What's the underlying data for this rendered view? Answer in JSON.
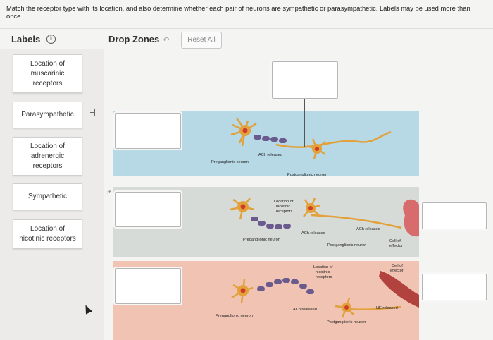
{
  "instructions": "Match the receptor type with its location, and also determine whether each pair of neurons are sympathetic or parasympathetic. Labels may be used more than once.",
  "labels_section": {
    "title": "Labels",
    "info_icon": "info-icon"
  },
  "drop_section": {
    "title": "Drop Zones",
    "undo_icon": "undo-icon",
    "reset_label": "Reset All"
  },
  "labels": [
    "Location of muscarinic receptors",
    "Parasympathetic",
    "Location of adrenergic receptors",
    "Sympathetic",
    "Location of nicotinic receptors"
  ],
  "diagram": {
    "panel1": {
      "background": "#b7d9e6",
      "ach_released": "ACh released",
      "preganglionic": "Preganglionic neuron",
      "postganglionic": "Postganglionic neuron"
    },
    "panel2": {
      "background": "#d6dbd7",
      "location_nicotinic": "Location of nicotinic receptors",
      "ach_released_1": "ACh released",
      "ach_released_2": "ACh released",
      "preganglionic": "Preganglionic neuron",
      "postganglionic": "Postganglionic neuron",
      "effector": "Cell of effector"
    },
    "panel3": {
      "background": "#f1c3b3",
      "location_nicotinic": "Location of nicotinic receptors",
      "effector": "Cell of effector",
      "ach_released": "ACh released",
      "ne_released": "NE released",
      "preganglionic": "Preganglionic neuron",
      "postganglionic": "Postganglionic neuron"
    }
  }
}
